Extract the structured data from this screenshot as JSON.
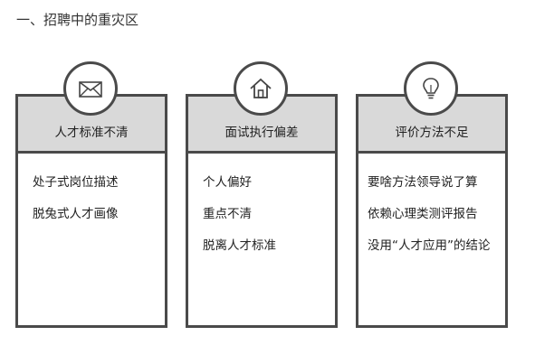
{
  "page": {
    "title": "一、招聘中的重灾区"
  },
  "cards": [
    {
      "icon": "envelope-icon",
      "title": "人才标准不清",
      "items": [
        "处子式岗位描述",
        "脱兔式人才画像"
      ]
    },
    {
      "icon": "house-icon",
      "title": "面试执行偏差",
      "items": [
        "个人偏好",
        "重点不清",
        "脱离人才标准"
      ]
    },
    {
      "icon": "lightbulb-icon",
      "title": "评价方法不足",
      "items": [
        "要啥方法领导说了算",
        "依赖心理类测评报告",
        "没用“人才应用”的结论"
      ]
    }
  ]
}
